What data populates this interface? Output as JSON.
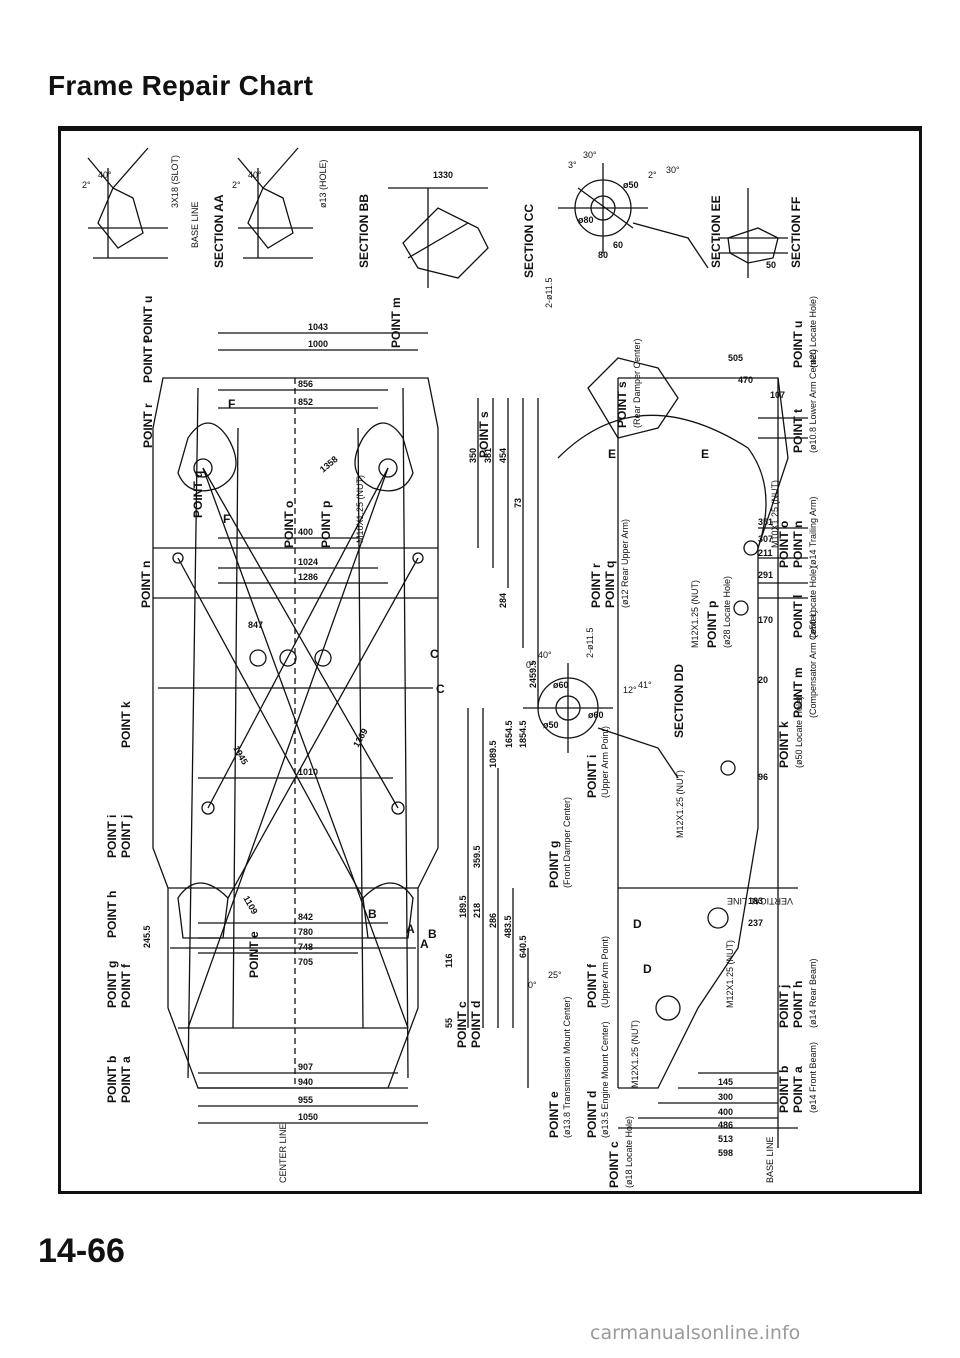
{
  "page": {
    "title": "Frame Repair Chart",
    "page_number": "14-66",
    "watermark": "carmanualsonline.info"
  },
  "sections": {
    "aa": "SECTION AA",
    "bb": "SECTION BB",
    "cc": "SECTION CC",
    "dd": "SECTION DD",
    "ee": "SECTION EE",
    "ff": "SECTION FF"
  },
  "lines": {
    "center_line": "CENTER LINE",
    "base_line": "BASE LINE",
    "vertical_line": "VERTICAL LINE",
    "base_line_small": "BASE LINE"
  },
  "points_left": [
    "POINT a",
    "POINT b",
    "POINT c",
    "POINT d",
    "POINT e",
    "POINT f",
    "POINT g",
    "POINT h",
    "POINT i",
    "POINT j",
    "POINT k",
    "POINT m",
    "POINT n",
    "POINT o",
    "POINT p",
    "POINT q",
    "POINT r",
    "POINT s",
    "POINT t",
    "POINT u"
  ],
  "points_right": [
    {
      "label": "POINT a",
      "note": "(ø14 Front Beam)"
    },
    {
      "label": "POINT b",
      "note": ""
    },
    {
      "label": "POINT c",
      "note": "(ø18 Locate Hole)"
    },
    {
      "label": "POINT d",
      "note": "(ø13.5 Engine Mount Center)"
    },
    {
      "label": "POINT e",
      "note": "(ø13.8 Transmission Mount Center)"
    },
    {
      "label": "POINT f",
      "note": "(Upper Arm Point)"
    },
    {
      "label": "POINT g",
      "note": "(Front Damper Center)"
    },
    {
      "label": "POINT h",
      "note": "(ø14 Rear Beam)"
    },
    {
      "label": "POINT i",
      "note": "(Upper Arm Point)"
    },
    {
      "label": "POINT j",
      "note": ""
    },
    {
      "label": "POINT k",
      "note": "(ø50 Locate Hole)"
    },
    {
      "label": "POINT l",
      "note": "(ø50 Locate Hole)"
    },
    {
      "label": "POINT m",
      "note": "(Compensator Arm Center)"
    },
    {
      "label": "POINT n",
      "note": "(ø14 Trailing Arm)"
    },
    {
      "label": "POINT o",
      "note": ""
    },
    {
      "label": "POINT p",
      "note": "(ø28 Locate Hole)"
    },
    {
      "label": "POINT q",
      "note": ""
    },
    {
      "label": "POINT r",
      "note": "(ø12 Rear Upper Arm)"
    },
    {
      "label": "POINT s",
      "note": "(Rear Damper Center)"
    },
    {
      "label": "POINT t",
      "note": "(ø10.8 Lower Arm Center)"
    },
    {
      "label": "POINT u",
      "note": "(ø20 Locate Hole)"
    }
  ],
  "fasteners": [
    "M10X1.25 (NUT)",
    "M12X1.25 (NUT)",
    "M10X1.25 (NUT)",
    "M12X1.25 (NUT)",
    "M12X1.25 (NUT)",
    "M12X1.25 (NUT)"
  ],
  "hole_notes": [
    "2-ø11.5",
    "2-ø11.5",
    "3X18 (SLOT)",
    "ø13 (HOLE)"
  ],
  "angles": [
    "2°",
    "40°",
    "2°",
    "40°",
    "3°",
    "30°",
    "2°",
    "30°",
    "0°",
    "40°",
    "0°",
    "25°",
    "12°",
    "41°"
  ],
  "plan_dims_top": [
    "1043",
    "1000",
    "856",
    "852",
    "400",
    "1024",
    "1286",
    "847",
    "1010",
    "842",
    "780",
    "748",
    "705",
    "907",
    "940",
    "955",
    "1050"
  ],
  "plan_dims_vertical": [
    "350",
    "381",
    "454",
    "73",
    "284",
    "2459.5",
    "1854.5",
    "1654.5",
    "1089.5",
    "359.5",
    "189.5",
    "218",
    "286",
    "483.5",
    "640.5",
    "116",
    "55",
    "245.5"
  ],
  "diag_dims": [
    "1358",
    "1945",
    "1269",
    "1109",
    "1330"
  ],
  "side_dims": [
    "505",
    "470",
    "107",
    "351",
    "307",
    "211",
    "291",
    "170",
    "20",
    "96",
    "183",
    "237",
    "145",
    "300",
    "400",
    "486",
    "513",
    "598",
    "50",
    "ø50",
    "ø60",
    "ø80",
    "ø60",
    "ø50",
    "60",
    "80"
  ],
  "side_labels": [
    "F",
    "E",
    "C",
    "B",
    "A",
    "D",
    "D",
    "F",
    "E",
    "C",
    "B",
    "A"
  ],
  "colors": {
    "ink": "#111111",
    "paper": "#ffffff",
    "watermark": "#9a9a9a"
  }
}
